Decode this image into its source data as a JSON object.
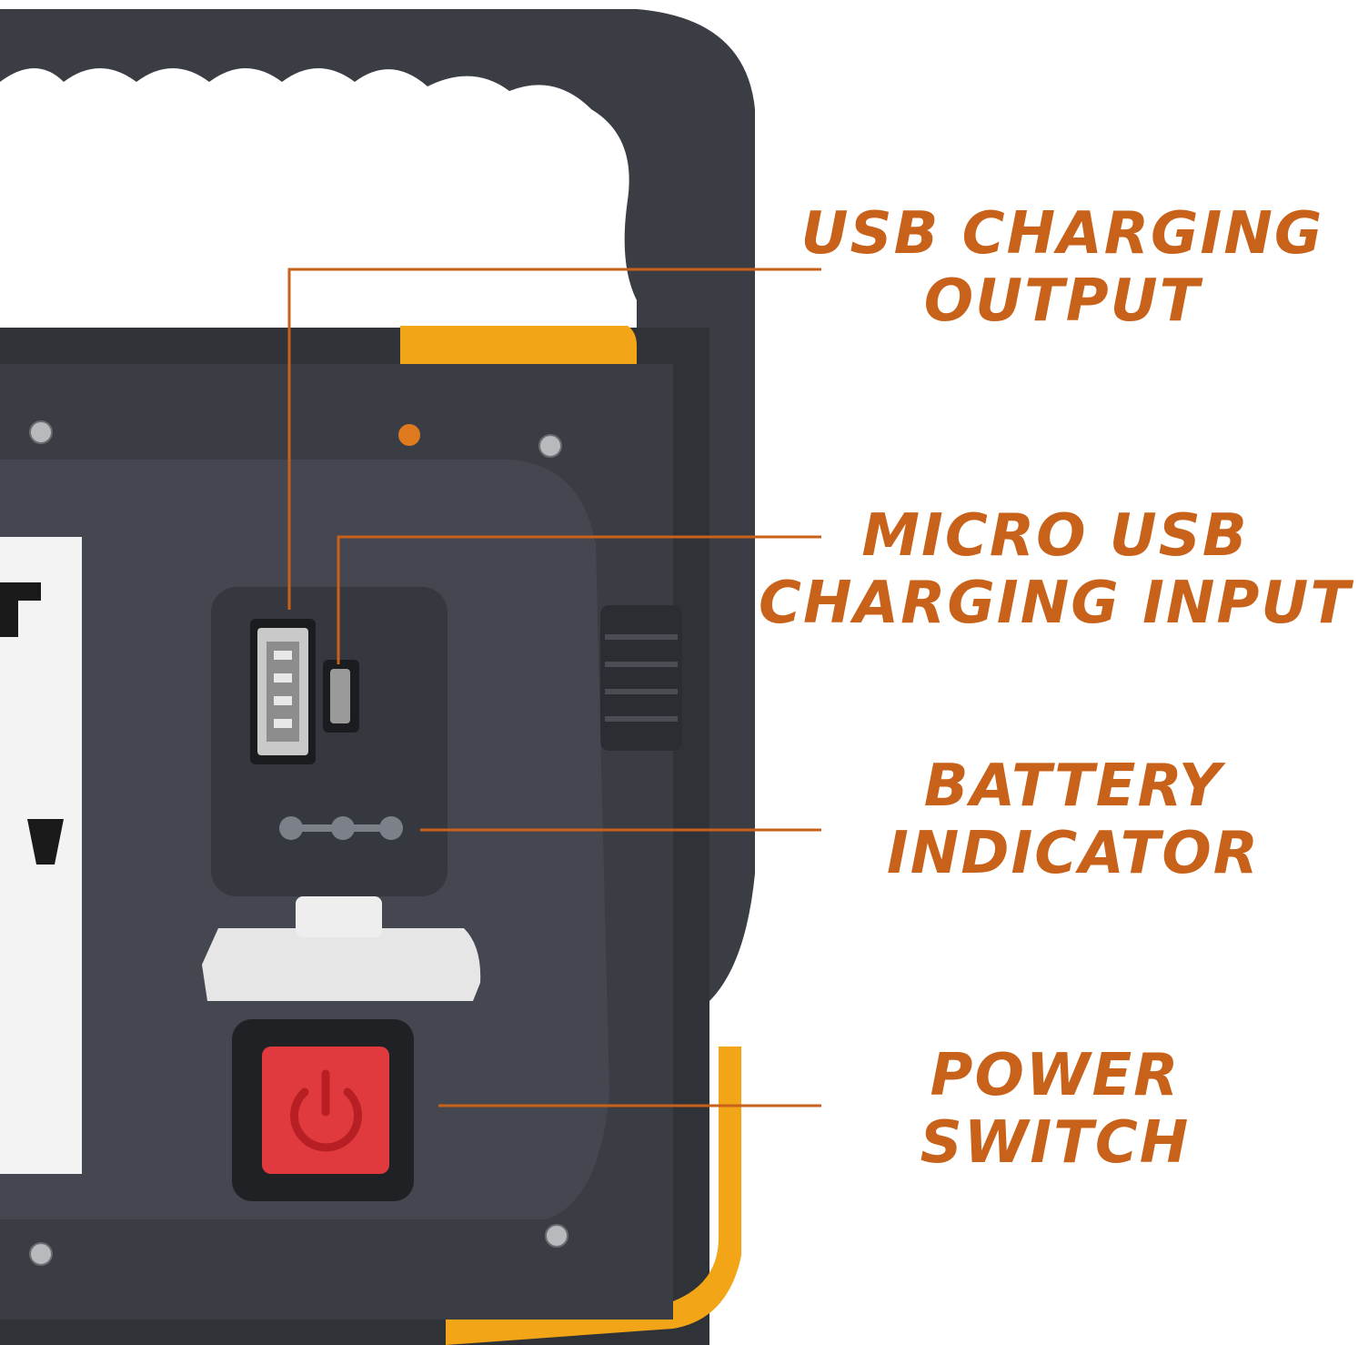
{
  "callouts": {
    "usb_output": {
      "line1": "USB CHARGING",
      "line2": "OUTPUT"
    },
    "micro_usb_input": {
      "line1": "MICRO USB",
      "line2": "CHARGING INPUT"
    },
    "battery_indicator": {
      "line1": "BATTERY",
      "line2": "INDICATOR"
    },
    "power_switch": {
      "line1": "POWER",
      "line2": "SWITCH"
    }
  },
  "colors": {
    "accent": "#c8621a",
    "housing": "#3a3d44",
    "housing_dark": "#2a2c31",
    "panel": "#44474f",
    "bumper": "#f2a516",
    "power_button": "#e03a3f"
  },
  "icons": {
    "usb_port": "usb-a-port-icon",
    "micro_usb_port": "micro-usb-port-icon",
    "power": "power-icon"
  }
}
